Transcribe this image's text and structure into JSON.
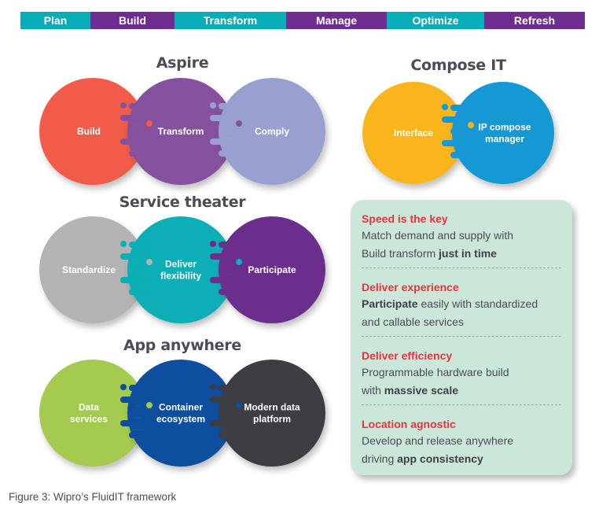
{
  "phases": [
    {
      "label": "Plan",
      "color": "#08aeb7",
      "weight": 89
    },
    {
      "label": "Build",
      "color": "#6f2e8f",
      "weight": 107
    },
    {
      "label": "Transform",
      "color": "#08aeb7",
      "weight": 142
    },
    {
      "label": "Manage",
      "color": "#6f2e8f",
      "weight": 128
    },
    {
      "label": "Optimize",
      "color": "#08aeb7",
      "weight": 124
    },
    {
      "label": "Refresh",
      "color": "#6f2e8f",
      "weight": 128
    }
  ],
  "groups": {
    "aspire": {
      "title": "Aspire",
      "circles": [
        {
          "label": [
            "Build"
          ],
          "color": "#f05c48"
        },
        {
          "label": [
            "Transform"
          ],
          "color": "#85519f"
        },
        {
          "label": [
            "Comply"
          ],
          "color": "#99a0d0"
        }
      ]
    },
    "service_theater": {
      "title": "Service theater",
      "circles": [
        {
          "label": [
            "Standardize"
          ],
          "color": "#b3b3b4"
        },
        {
          "label": [
            "Deliver",
            "flexibility"
          ],
          "color": "#0aaeb5"
        },
        {
          "label": [
            "Participate"
          ],
          "color": "#6c2d8d"
        }
      ]
    },
    "app_anywhere": {
      "title": "App anywhere",
      "circles": [
        {
          "label": [
            "Data",
            "services"
          ],
          "color": "#a4cb4f"
        },
        {
          "label": [
            "Container",
            "ecosystem"
          ],
          "color": "#0d4f9e"
        },
        {
          "label": [
            "Modern data",
            "platform"
          ],
          "color": "#3d3e42"
        }
      ]
    },
    "compose_it": {
      "title": "Compose IT",
      "circles": [
        {
          "label": [
            "Interface"
          ],
          "color": "#fab41c"
        },
        {
          "label": [
            "IP compose",
            "manager"
          ],
          "color": "#1698d4"
        }
      ]
    }
  },
  "card": {
    "sections": [
      {
        "heading": "Speed is the key",
        "body": [
          {
            "t": "Match demand and supply with",
            "b": false
          },
          {
            "t": "\n",
            "b": false
          },
          {
            "t": "Build transform ",
            "b": false
          },
          {
            "t": "just in time",
            "b": true
          }
        ]
      },
      {
        "heading": "Deliver experience",
        "body": [
          {
            "t": "Participate",
            "b": true
          },
          {
            "t": " easily with standardized",
            "b": false
          },
          {
            "t": "\n",
            "b": false
          },
          {
            "t": "and callable services",
            "b": false
          }
        ]
      },
      {
        "heading": "Deliver efficiency",
        "body": [
          {
            "t": "Programmable hardware build",
            "b": false
          },
          {
            "t": "\n",
            "b": false
          },
          {
            "t": "with ",
            "b": false
          },
          {
            "t": "massive scale",
            "b": true
          }
        ]
      },
      {
        "heading": "Location agnostic",
        "body": [
          {
            "t": "Develop and release anywhere",
            "b": false
          },
          {
            "t": "\n",
            "b": false
          },
          {
            "t": "driving ",
            "b": false
          },
          {
            "t": "app consistency",
            "b": true
          }
        ]
      }
    ]
  },
  "caption": "Figure 3: Wipro’s FluidIT framework"
}
